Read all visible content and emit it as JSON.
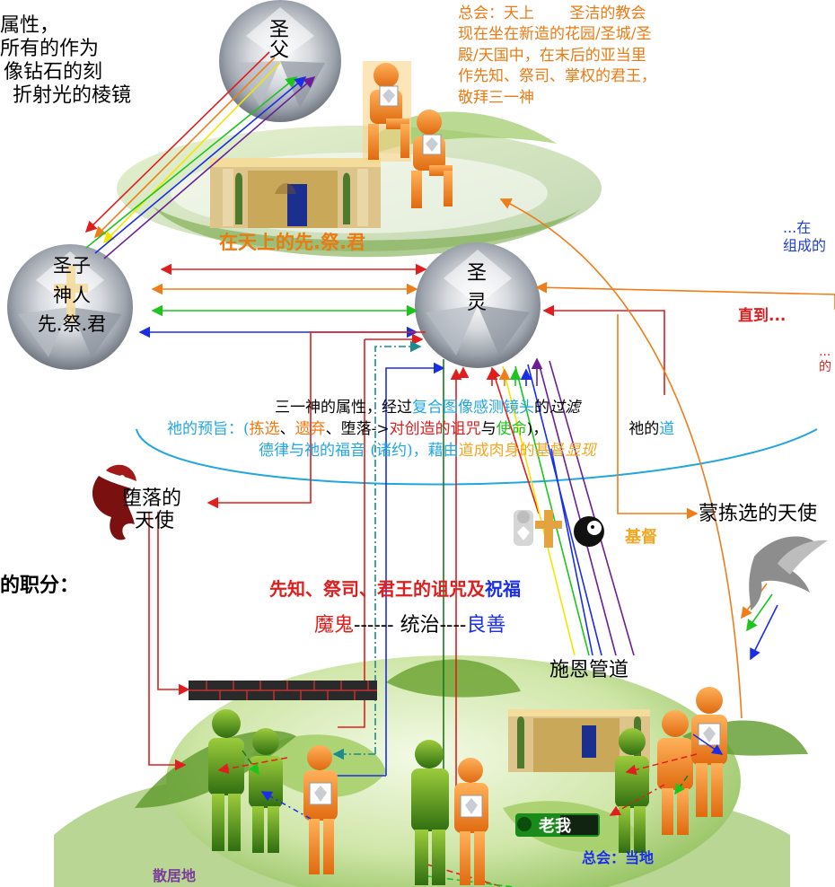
{
  "top_left_text": [
    "属性，",
    "所有的作为",
    "像钻石的刻",
    "折射光的棱镜"
  ],
  "top_right_text": [
    "总会：天上 　　圣洁的教会",
    "现在坐在新造的花园/圣城/圣",
    "殿/天国中，在末后的亚当里",
    "作先知、祭司、掌权的君王，",
    "敬拜三一神"
  ],
  "diamonds": {
    "father": [
      "圣",
      "父"
    ],
    "son": [
      "圣子",
      "神人",
      "先.祭.君"
    ],
    "spirit": [
      "圣",
      "灵"
    ]
  },
  "heaven_label": "在天上的先.祭.君",
  "right_edge_text": {
    "top_lines": [
      "...在",
      "组成的"
    ],
    "until": "直到...",
    "mid_lines": [
      "...",
      "的"
    ]
  },
  "lens_text": {
    "line1": {
      "a": "三一神的属性，经过",
      "b": "复合图像感测镜头",
      "c": "的",
      "d": "过滤"
    },
    "line2": {
      "a": "祂的预旨：(",
      "b": "拣选",
      "c": "、",
      "d": "遗弃",
      "e": "、堕落->",
      "f": "对创造的诅咒",
      "g": "与",
      "h": "使命",
      "i": ")，",
      "j": "祂的",
      "k": "道"
    },
    "line3": {
      "a": "德律与祂的福音 (诸约)，藉由",
      "b": "道成肉身的基督",
      "c": "显现"
    }
  },
  "fallen_angels": [
    "堕落的",
    "天使"
  ],
  "elect_angels": "蒙拣选的天使",
  "offices_label": "的职分：",
  "curses_blessings": {
    "a": "先知、祭司、君王的",
    "b": "诅咒",
    "c": "及",
    "d": "祝福"
  },
  "rule_line": {
    "devil": "魔鬼",
    "middle": "------ 统治----",
    "good": "良善"
  },
  "grace_channel": "施恩管道",
  "christ_label": "基督",
  "church_local": "总会：当地",
  "diaspora": "散居地",
  "colors": {
    "red": "#e01e1e",
    "orange": "#ef7d1a",
    "yellow": "#f2e600",
    "green": "#1ec41e",
    "blue": "#1a2ee6",
    "purple": "#6a1f99",
    "teal": "#1c8c8c",
    "lens_blue": "#22a6e0",
    "tan": "#f5a623"
  }
}
